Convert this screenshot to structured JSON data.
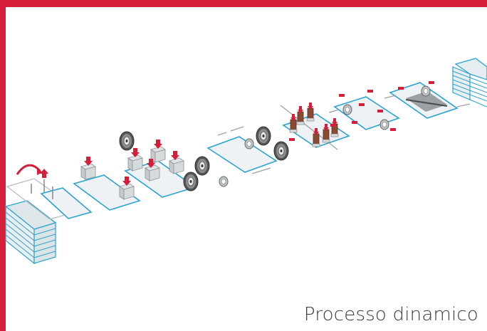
{
  "caption": "Processo dinamico",
  "colors": {
    "frame": "#d51f3a",
    "plate_outline": "#2aa3cf",
    "arrow": "#d51f3a",
    "plate_fill": "#e9eef0",
    "tool": "#9aa0a4"
  },
  "stages": [
    {
      "name": "sheet-stack-input"
    },
    {
      "name": "transfer-lift"
    },
    {
      "name": "punch-station-1"
    },
    {
      "name": "coil-feed-press-station"
    },
    {
      "name": "roller-feed-station"
    },
    {
      "name": "bending-station"
    },
    {
      "name": "clamping-station"
    },
    {
      "name": "sealing-station"
    },
    {
      "name": "sheet-stack-output"
    }
  ]
}
